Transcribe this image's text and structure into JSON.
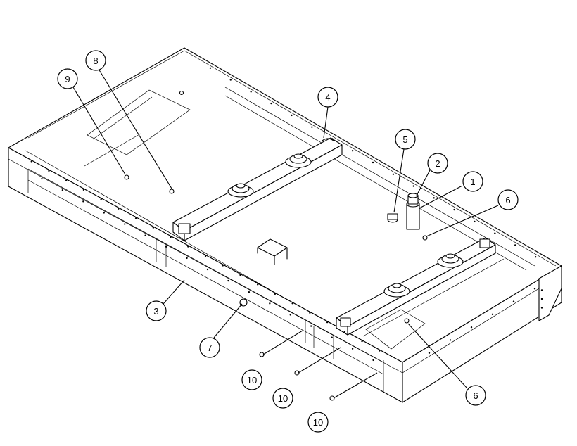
{
  "callouts": [
    {
      "id": "c1",
      "label": "1"
    },
    {
      "id": "c2",
      "label": "2"
    },
    {
      "id": "c3",
      "label": "3"
    },
    {
      "id": "c4",
      "label": "4"
    },
    {
      "id": "c5",
      "label": "5"
    },
    {
      "id": "c6a",
      "label": "6"
    },
    {
      "id": "c6b",
      "label": "6"
    },
    {
      "id": "c7",
      "label": "7"
    },
    {
      "id": "c8",
      "label": "8"
    },
    {
      "id": "c9",
      "label": "9"
    },
    {
      "id": "c10a",
      "label": "10"
    },
    {
      "id": "c10b",
      "label": "10"
    },
    {
      "id": "c10c",
      "label": "10"
    }
  ]
}
